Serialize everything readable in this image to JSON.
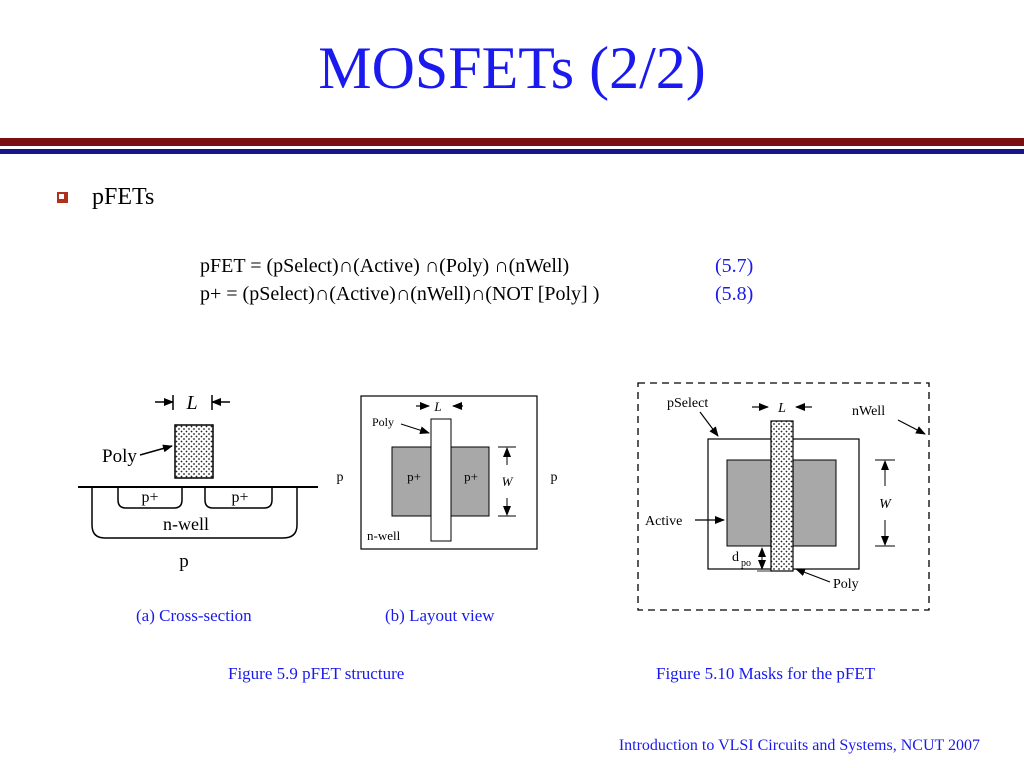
{
  "slide": {
    "title": "MOSFETs (2/2)",
    "bullet": "pFETs",
    "equations": [
      {
        "text": "pFET = (pSelect)∩(Active) ∩(Poly) ∩(nWell)",
        "number": "(5.7)"
      },
      {
        "text": "p+ = (pSelect)∩(Active)∩(nWell)∩(NOT [Poly] )",
        "number": "(5.8)"
      }
    ],
    "footer": "Introduction to VLSI Circuits and Systems, NCUT  2007"
  },
  "figures": {
    "cross_section": {
      "caption": "(a) Cross-section",
      "labels": {
        "L": "L",
        "poly": "Poly",
        "pplus_left": "p+",
        "pplus_right": "p+",
        "nwell": "n-well",
        "substrate": "p"
      }
    },
    "layout_view": {
      "caption": "(b) Layout view",
      "labels": {
        "L": "L",
        "poly": "Poly",
        "pplus_left": "p+",
        "pplus_right": "p+",
        "W": "W",
        "p_left": "p",
        "p_right": "p",
        "nwell": "n-well"
      }
    },
    "fig59_caption": "Figure 5.9 pFET structure",
    "masks": {
      "caption": "Figure 5.10 Masks for the pFET",
      "labels": {
        "pselect": "pSelect",
        "L": "L",
        "nwell": "nWell",
        "W": "W",
        "active": "Active",
        "d": "d",
        "po": "po",
        "poly": "Poly"
      }
    }
  }
}
